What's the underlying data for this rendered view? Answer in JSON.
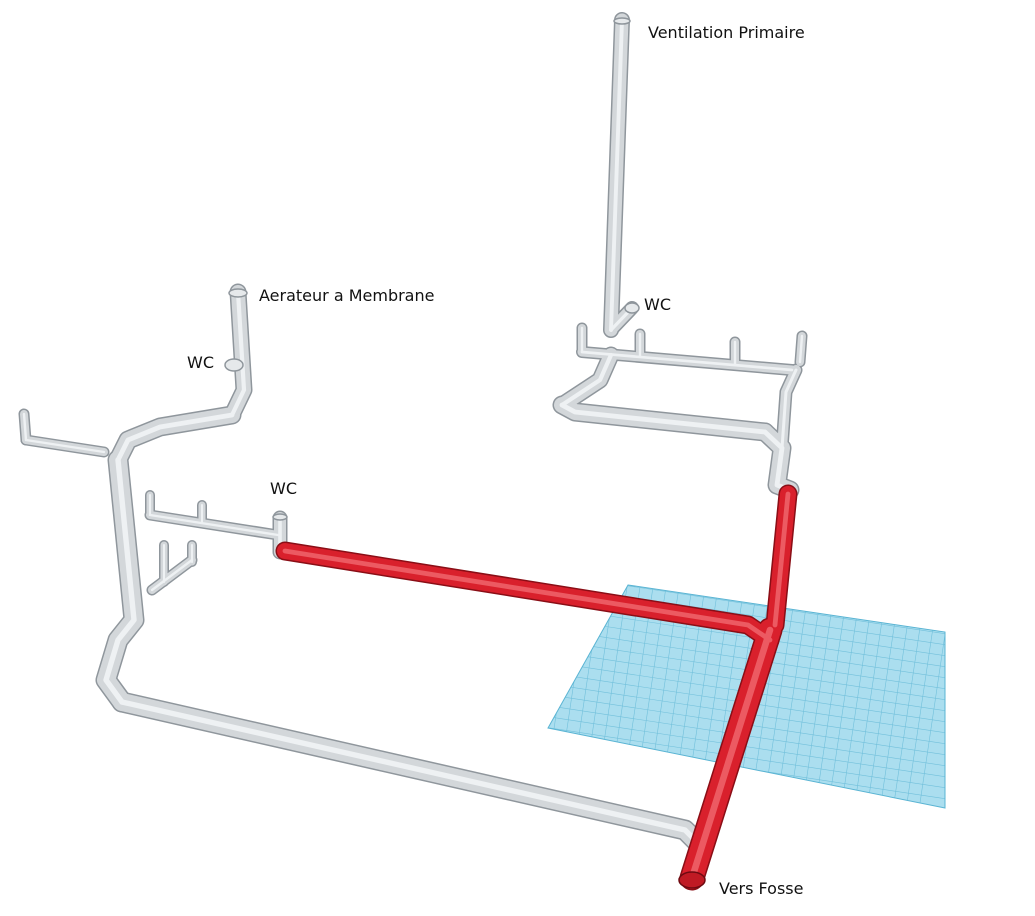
{
  "labels": {
    "ventilation": "Ventilation Primaire",
    "aerateur": "Aerateur a  Membrane",
    "wc_left": "WC",
    "wc_center": "WC",
    "wc_right": "WC",
    "fosse": "Vers Fosse"
  },
  "colors": {
    "pipe_grey": "#d3d7da",
    "pipe_red": "#d9202c",
    "grid": "#8fd3ea",
    "grid_line": "#5ab4d3"
  }
}
